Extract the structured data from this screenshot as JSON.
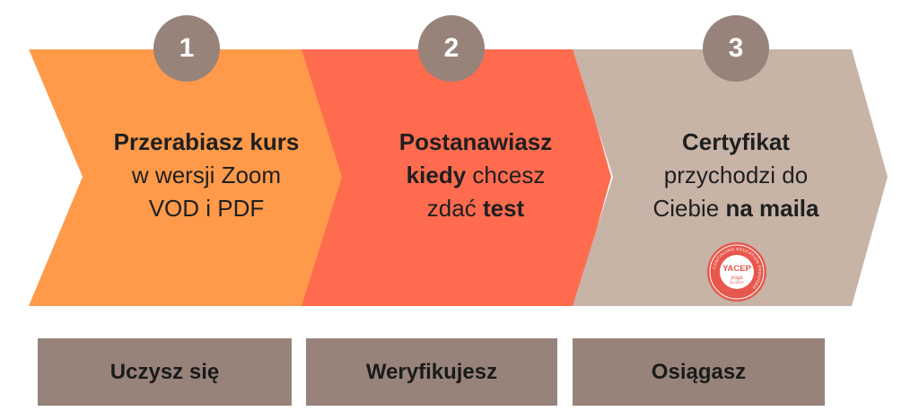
{
  "colors": {
    "step1": "#ff9a4a",
    "step2": "#ff6b4f",
    "step3": "#c8b3a7",
    "circle": "#97837a",
    "label_box": "#97837a",
    "badge": "#e8574b"
  },
  "steps": [
    {
      "number": "1",
      "text_line1_bold": "Przerabiasz kurs",
      "text_line2": "w wersji Zoom",
      "text_line3": "VOD i PDF",
      "label": "Uczysz się"
    },
    {
      "number": "2",
      "text_line1_bold": "Postanawiasz",
      "text_line2_bold": "kiedy",
      "text_line2_rest": " chcesz",
      "text_line3_pre": "zdać ",
      "text_line3_bold": "test",
      "label": "Weryfikujesz"
    },
    {
      "number": "3",
      "text_line1_bold": "Certyfikat",
      "text_line2": "przychodzi do",
      "text_line3_pre": "Ciebie ",
      "text_line3_bold": "na maila",
      "label": "Osiągasz",
      "badge": {
        "icon": "yacep-badge-icon",
        "ring_text": "CONTINUING EDUCATION PROVIDER",
        "main": "YACEP",
        "sub": "yoga",
        "sub2": "ALLIANCE"
      }
    }
  ]
}
